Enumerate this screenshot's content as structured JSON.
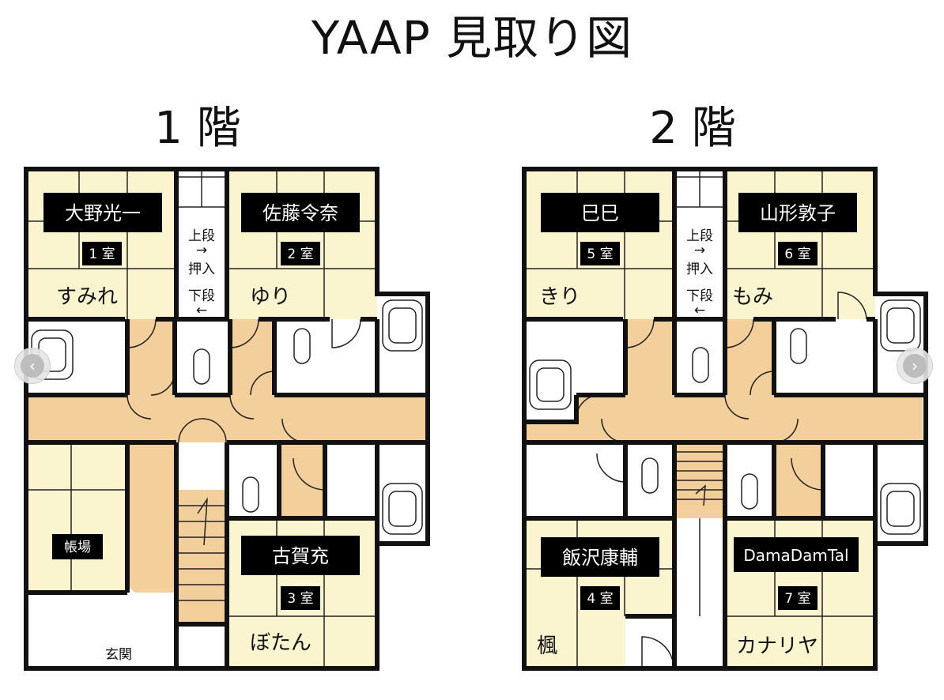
{
  "title": "YAAP 見取り図",
  "floors": [
    {
      "title": "1 階",
      "stair_note": [
        "上段",
        "→",
        "押入",
        "下段",
        "←"
      ],
      "rooms": [
        {
          "name_tag": "大野光一",
          "number": "1 室",
          "flower": "すみれ"
        },
        {
          "name_tag": "佐藤令奈",
          "number": "2 室",
          "flower": "ゆり"
        },
        {
          "name_tag": "古賀充",
          "number": "3 室",
          "flower": "ぼたん"
        }
      ],
      "office": "帳場",
      "entrance": "玄関"
    },
    {
      "title": "2 階",
      "stair_note": [
        "上段",
        "→",
        "押入",
        "下段",
        "←"
      ],
      "rooms": [
        {
          "name_tag": "巳巳",
          "number": "5 室",
          "flower": "きり"
        },
        {
          "name_tag": "山形敦子",
          "number": "6 室",
          "flower": "もみ"
        },
        {
          "name_tag": "飯沢康輔",
          "number": "4 室",
          "flower": "楓"
        },
        {
          "name_tag": "DamaDamTal",
          "number": "7 室",
          "flower": "カナリヤ"
        }
      ]
    }
  ],
  "colors": {
    "room_fill": "#fbf5cf",
    "corridor_fill": "#f2cf9b",
    "wall": "#111111",
    "tag_bg": "#000000",
    "tag_text": "#ffffff"
  },
  "nav": {
    "prev_icon": "chevron-left-icon",
    "next_icon": "chevron-right-icon"
  }
}
